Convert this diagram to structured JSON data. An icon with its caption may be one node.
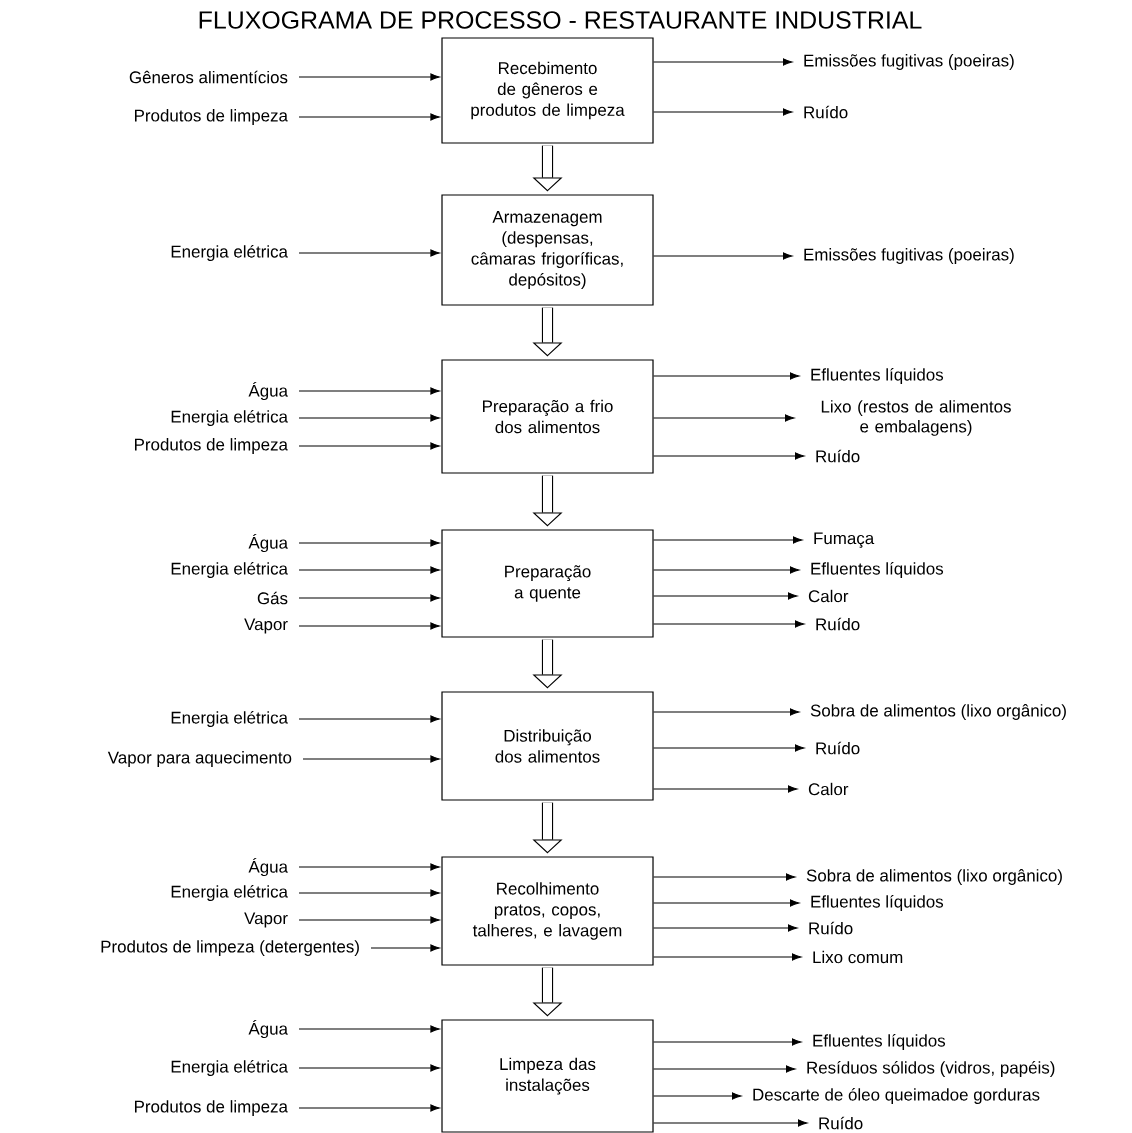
{
  "diagram": {
    "title": "FLUXOGRAMA DE PROCESSO - RESTAURANTE INDUSTRIAL",
    "nodes": [
      {
        "text": [
          "Gêneros alimentícios"
        ]
      },
      {
        "text": [
          "Produtos de limpeza"
        ]
      },
      {
        "text": [
          "Recebimento de gêneros e produtos de limpeza"
        ]
      },
      {
        "text": [
          "Emissões fugitivas (poeiras)"
        ]
      },
      {
        "text": [
          "Ruído"
        ]
      },
      {
        "text": [
          "Energia elétrica"
        ]
      },
      {
        "text": [
          "Armazenagem (despensas, câmaras frigoríficas, depósitos)"
        ]
      },
      {
        "text": [
          "Emissões fugitivas (poeiras)"
        ]
      },
      {
        "text": [
          "Água"
        ]
      },
      {
        "text": [
          "Energia elétrica"
        ]
      },
      {
        "text": [
          "Produtos de limpeza"
        ]
      },
      {
        "text": [
          "Preparação a frio dos alimentos"
        ]
      },
      {
        "text": [
          "Efluentes líquidos"
        ]
      },
      {
        "text": [
          "Lixo (restos de alimentos e embalagens)"
        ]
      },
      {
        "text": [
          "Ruído"
        ]
      },
      {
        "text": [
          "Água"
        ]
      },
      {
        "text": [
          "Energia elétrica"
        ]
      },
      {
        "text": [
          "Gás"
        ]
      },
      {
        "text": [
          "Vapor"
        ]
      },
      {
        "text": [
          "Preparação a quente"
        ]
      },
      {
        "text": [
          "Fumaça"
        ]
      },
      {
        "text": [
          "Efluentes líquidos"
        ]
      },
      {
        "text": [
          "Calor"
        ]
      },
      {
        "text": [
          "Ruído"
        ]
      },
      {
        "text": [
          "Energia elétrica"
        ]
      },
      {
        "text": [
          "Vapor para aquecimento"
        ]
      },
      {
        "text": [
          "Distribuição dos alimentos"
        ]
      },
      {
        "text": [
          "Sobra de alimentos (lixo orgânico)"
        ]
      },
      {
        "text": [
          "Ruído"
        ]
      },
      {
        "text": [
          "Calor"
        ]
      },
      {
        "text": [
          "Água"
        ]
      },
      {
        "text": [
          "Energia elétrica"
        ]
      },
      {
        "text": [
          "Vapor"
        ]
      },
      {
        "text": [
          "Produtos de limpeza (detergentes)"
        ]
      },
      {
        "text": [
          "Recolhimento pratos, copos, talheres, e lavagem"
        ]
      },
      {
        "text": [
          "Sobra de alimentos (lixo orgânico)"
        ]
      },
      {
        "text": [
          "Efluentes líquidos"
        ]
      },
      {
        "text": [
          "Ruído"
        ]
      },
      {
        "text": [
          "Lixo comum"
        ]
      },
      {
        "text": [
          "Água"
        ]
      },
      {
        "text": [
          "Energia elétrica"
        ]
      },
      {
        "text": [
          "Produtos de limpeza"
        ]
      },
      {
        "text": [
          "Limpeza das instalações"
        ]
      },
      {
        "text": [
          "Efluentes líquidos"
        ]
      },
      {
        "text": [
          "Resíduos sólidos (vidros, papéis)"
        ]
      },
      {
        "text": [
          "Descarte de óleo queimadoe gorduras"
        ]
      },
      {
        "text": [
          "Ruído"
        ]
      }
    ],
    "edges": [
      {
        "from": 0,
        "to": 2,
        "arrow": "to"
      },
      {
        "from": 1,
        "to": 2,
        "arrow": "to"
      },
      {
        "from": 2,
        "to": 3,
        "arrow": "to"
      },
      {
        "from": 2,
        "to": 4,
        "arrow": "to"
      },
      {
        "from": 2,
        "to": 6,
        "arrow": "to",
        "style": "thick"
      },
      {
        "from": 5,
        "to": 6,
        "arrow": "to"
      },
      {
        "from": 6,
        "to": 7,
        "arrow": "to"
      },
      {
        "from": 6,
        "to": 11,
        "arrow": "to",
        "style": "thick"
      },
      {
        "from": 8,
        "to": 11,
        "arrow": "to"
      },
      {
        "from": 9,
        "to": 11,
        "arrow": "to"
      },
      {
        "from": 10,
        "to": 11,
        "arrow": "to"
      },
      {
        "from": 11,
        "to": 12,
        "arrow": "to"
      },
      {
        "from": 11,
        "to": 13,
        "arrow": "to"
      },
      {
        "from": 11,
        "to": 14,
        "arrow": "to"
      },
      {
        "from": 11,
        "to": 19,
        "arrow": "to",
        "style": "thick"
      },
      {
        "from": 15,
        "to": 19,
        "arrow": "to"
      },
      {
        "from": 16,
        "to": 19,
        "arrow": "to"
      },
      {
        "from": 17,
        "to": 19,
        "arrow": "to"
      },
      {
        "from": 18,
        "to": 19,
        "arrow": "to"
      },
      {
        "from": 19,
        "to": 20,
        "arrow": "to"
      },
      {
        "from": 19,
        "to": 21,
        "arrow": "to"
      },
      {
        "from": 19,
        "to": 22,
        "arrow": "to"
      },
      {
        "from": 19,
        "to": 23,
        "arrow": "to"
      },
      {
        "from": 19,
        "to": 26,
        "arrow": "to",
        "style": "thick"
      },
      {
        "from": 24,
        "to": 26,
        "arrow": "to"
      },
      {
        "from": 25,
        "to": 26,
        "arrow": "to"
      },
      {
        "from": 26,
        "to": 27,
        "arrow": "to"
      },
      {
        "from": 26,
        "to": 28,
        "arrow": "to"
      },
      {
        "from": 26,
        "to": 29,
        "arrow": "to"
      },
      {
        "from": 26,
        "to": 34,
        "arrow": "to",
        "style": "thick"
      },
      {
        "from": 30,
        "to": 34,
        "arrow": "to"
      },
      {
        "from": 31,
        "to": 34,
        "arrow": "to"
      },
      {
        "from": 32,
        "to": 34,
        "arrow": "to"
      },
      {
        "from": 33,
        "to": 34,
        "arrow": "to"
      },
      {
        "from": 34,
        "to": 35,
        "arrow": "to"
      },
      {
        "from": 34,
        "to": 36,
        "arrow": "to"
      },
      {
        "from": 34,
        "to": 37,
        "arrow": "to"
      },
      {
        "from": 34,
        "to": 38,
        "arrow": "to"
      },
      {
        "from": 34,
        "to": 42,
        "arrow": "to",
        "style": "thick"
      },
      {
        "from": 39,
        "to": 42,
        "arrow": "to"
      },
      {
        "from": 40,
        "to": 42,
        "arrow": "to"
      },
      {
        "from": 41,
        "to": 42,
        "arrow": "to"
      },
      {
        "from": 42,
        "to": 43,
        "arrow": "to"
      },
      {
        "from": 42,
        "to": 44,
        "arrow": "to"
      },
      {
        "from": 42,
        "to": 45,
        "arrow": "to"
      },
      {
        "from": 42,
        "to": 46,
        "arrow": "to"
      }
    ]
  }
}
